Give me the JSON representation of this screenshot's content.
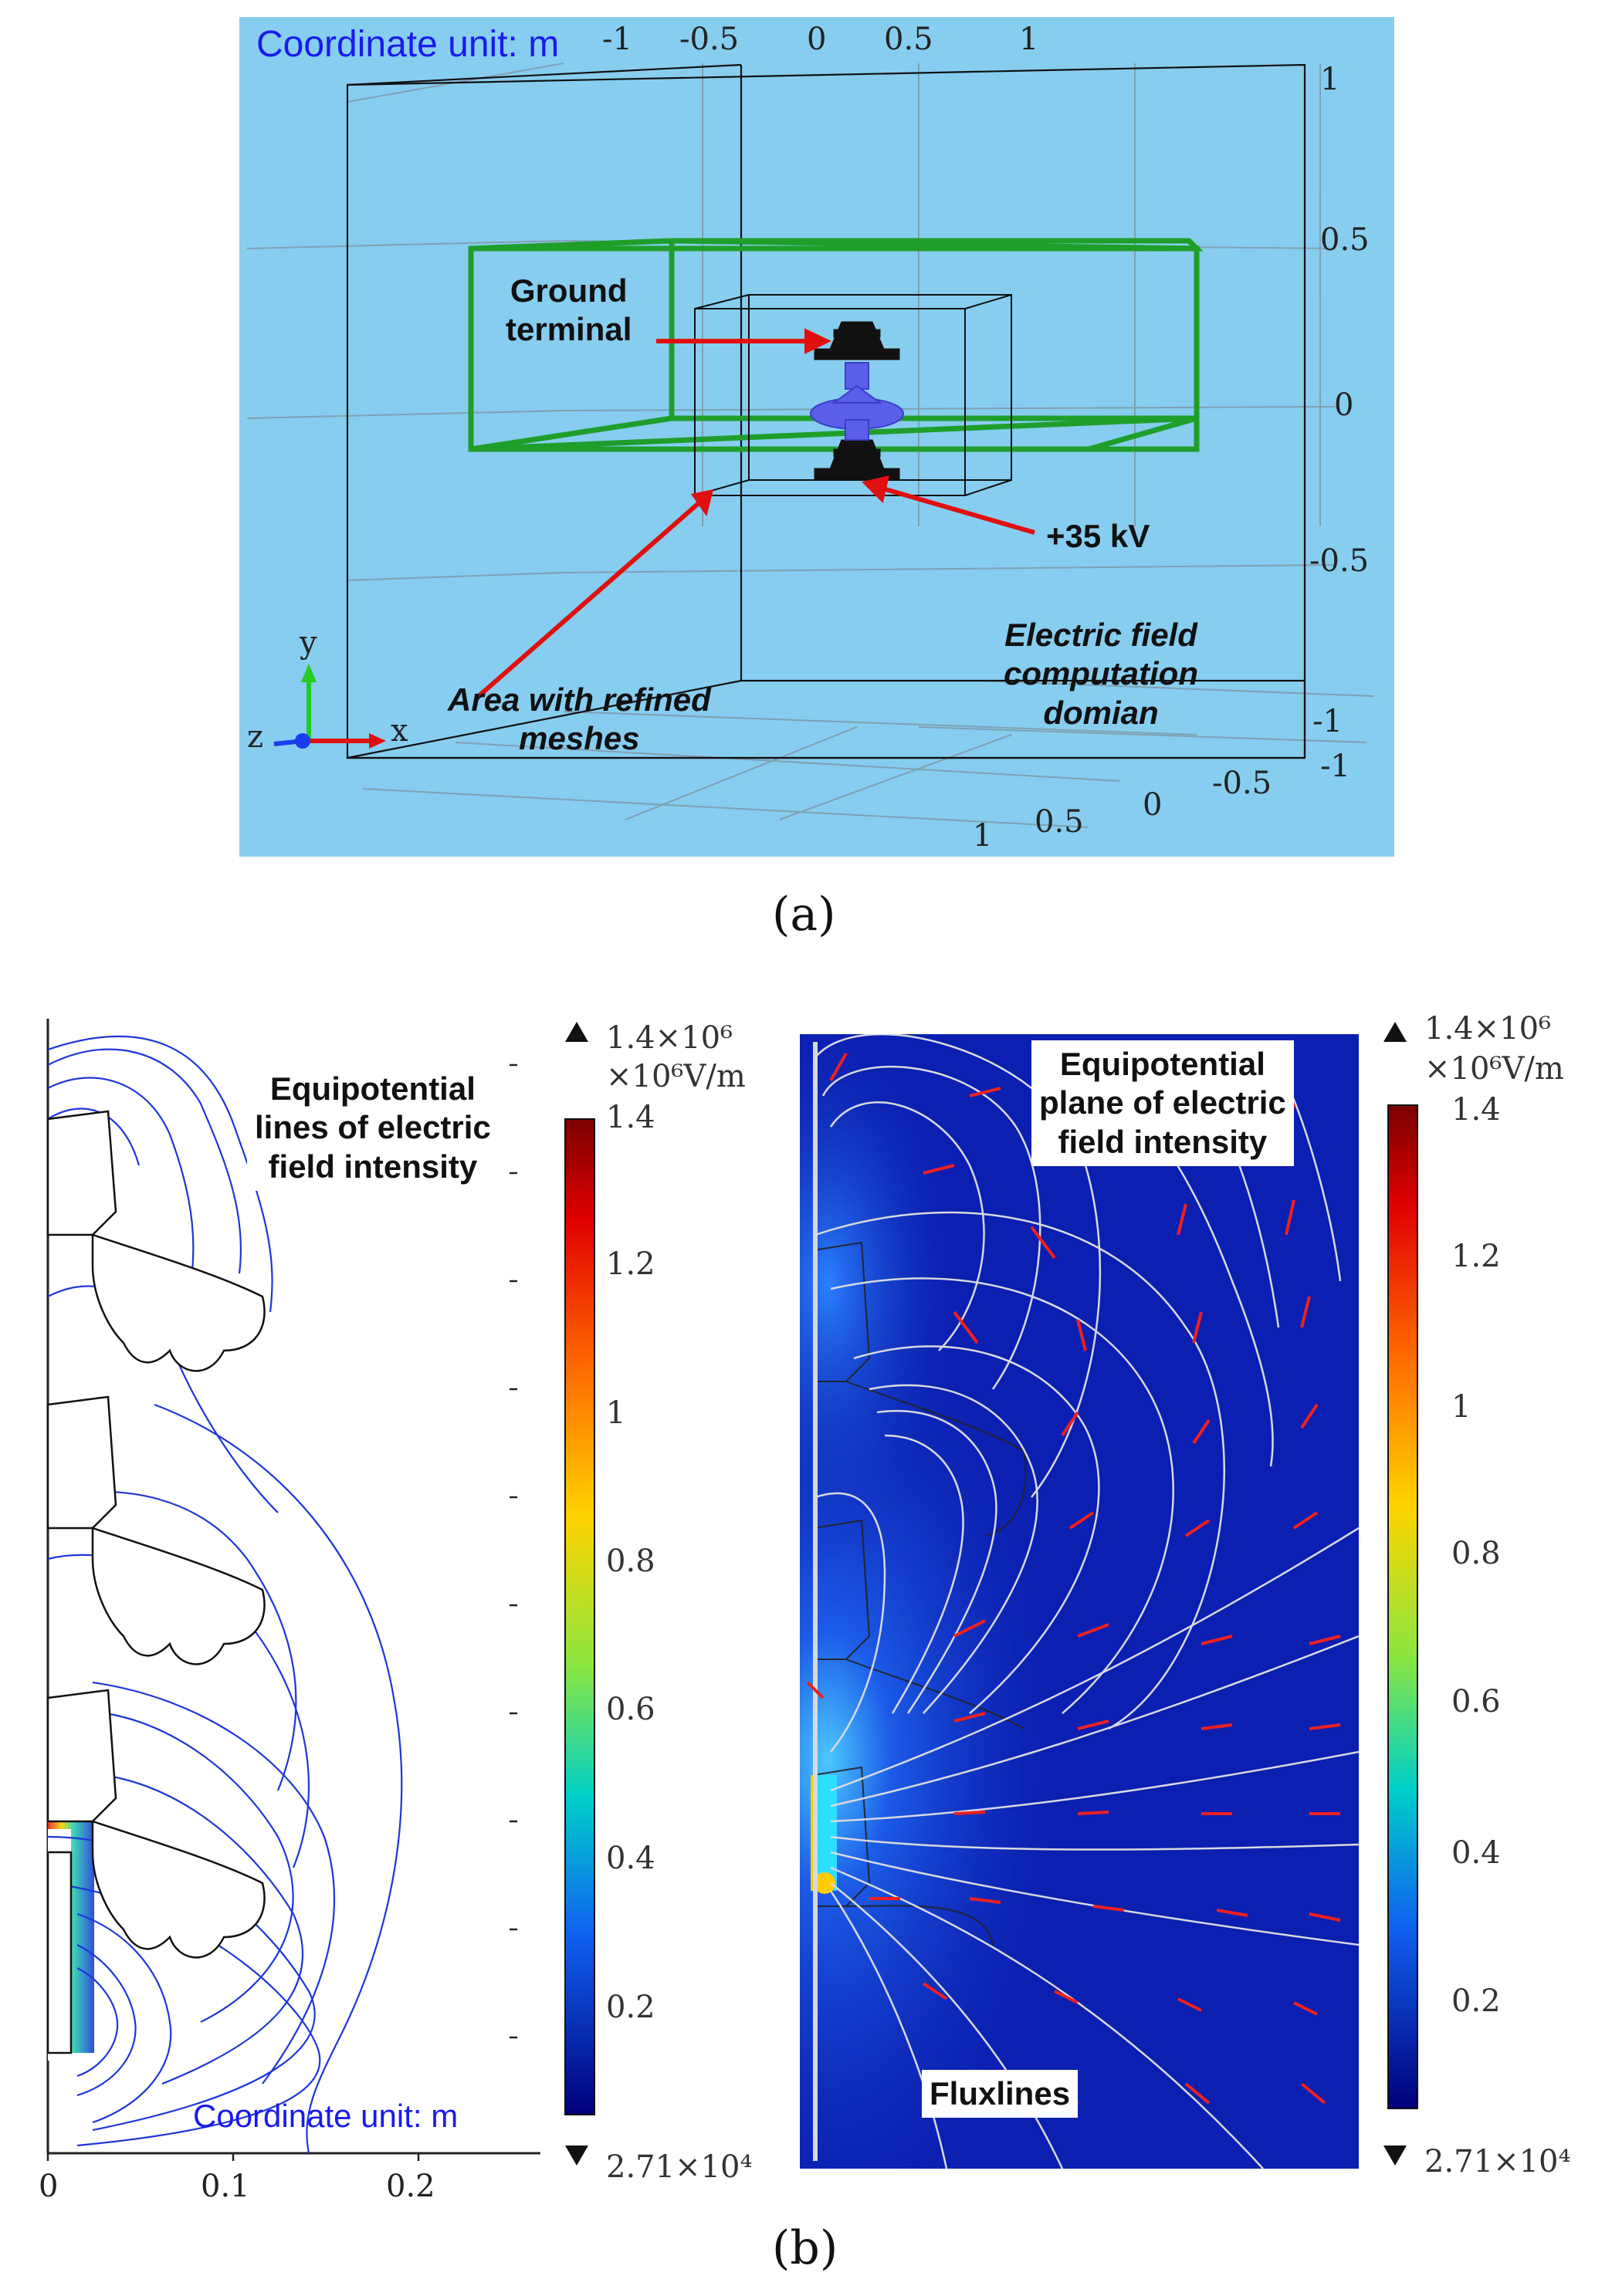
{
  "panel_a": {
    "coord_label": "Coordinate unit: m",
    "top_ticks": [
      "-1",
      "-0.5",
      "0",
      "0.5",
      "1"
    ],
    "right_ticks": [
      "1",
      "0.5",
      "0",
      "-0.5",
      "-1"
    ],
    "depth_ticks": [
      "-1",
      "-0.5",
      "0",
      "0.5",
      "1"
    ],
    "labels": {
      "ground": "Ground\nterminal",
      "voltage": "+35 kV",
      "refined": "Area with refined\nmeshes",
      "domain": "Electric field\ncomputation\ndomian"
    },
    "axes": {
      "y": "y",
      "z": "z",
      "x": "x"
    },
    "letter": "(a)"
  },
  "panel_b": {
    "left": {
      "title": "Equipotential\nlines of electric\nfield intensity",
      "coord_label": "Coordinate unit: m",
      "x_ticks": [
        "0",
        "0.1",
        "0.2"
      ]
    },
    "right": {
      "title": "Equipotential\nplane of electric\nfield intensity",
      "fluxlines": "Fluxlines"
    },
    "colorbar": {
      "max_label": "1.4×10⁶",
      "unit_label": "×10⁶V/m",
      "ticks": [
        "1.4",
        "1.2",
        "1",
        "0.8",
        "0.6",
        "0.4",
        "0.2"
      ],
      "min_label": "2.71×10⁴"
    },
    "letter": "(b)"
  },
  "colors": {
    "panel_a_bg": "#87cdf0",
    "green_box": "#1f9e2a",
    "arrow_red": "#e01010",
    "coord_blue": "#1a1aee",
    "field_bg": "#0b1fb0"
  }
}
